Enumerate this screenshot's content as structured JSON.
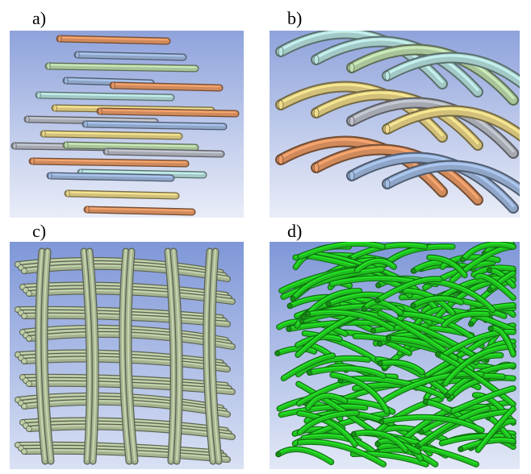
{
  "panels": [
    {
      "id": "a",
      "label": "a)"
    },
    {
      "id": "b",
      "label": "b)"
    },
    {
      "id": "c",
      "label": "c)"
    },
    {
      "id": "d",
      "label": "d)"
    }
  ],
  "colors": {
    "background_top": "#8fa3dc",
    "background_bottom": "#e9edf8",
    "rod_orange": "#d08a5c",
    "rod_blue": "#8fa6c8",
    "rod_green": "#a9c49a",
    "rod_gold": "#d2c07a",
    "rod_grey": "#a5a8b0",
    "rod_teal": "#a3c9c6",
    "lattice_sage": "#a5b391",
    "random_green": "#1fbf1f"
  }
}
